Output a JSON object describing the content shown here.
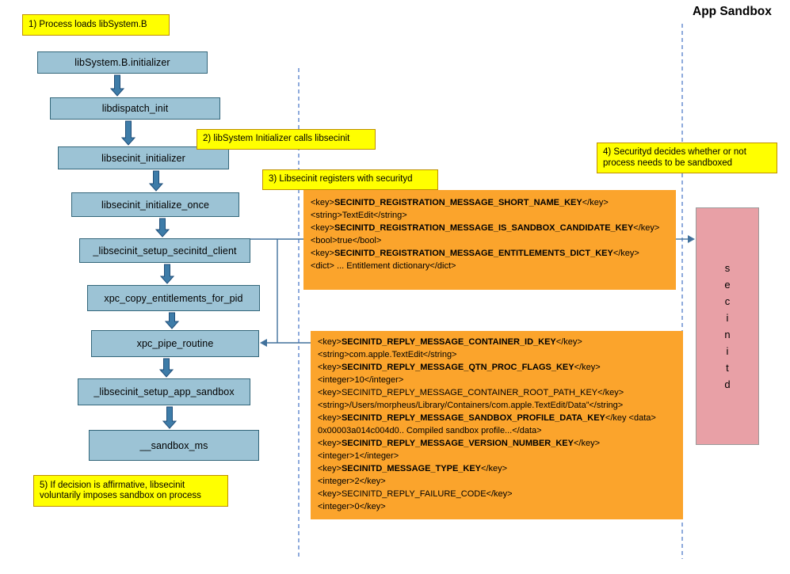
{
  "title": "App Sandbox",
  "daemon": {
    "label": "secinitd",
    "stacked": "s\ne\nc\ni\nn\ni\nt\nd"
  },
  "flow_boxes": [
    "libSystem.B.initializer",
    "libdispatch_init",
    "libsecinit_initializer",
    "libsecinit_initialize_once",
    "_libsecinit_setup_secinitd_client",
    "xpc_copy_entitlements_for_pid",
    "xpc_pipe_routine",
    "_libsecinit_setup_app_sandbox",
    "__sandbox_ms"
  ],
  "callouts": [
    "1) Process loads libSystem.B",
    "2) libSystem Initializer calls libsecinit",
    "3) Libsecinit registers with securityd",
    "4) Securityd decides whether or not process needs to be sandboxed",
    "5) If decision is affirmative, libsecinit voluntarily imposes sandbox on process"
  ],
  "registration_message": {
    "lines": [
      {
        "pre": "<key>",
        "b": "SECINITD_REGISTRATION_MESSAGE_SHORT_NAME_KEY",
        "post": "</key>"
      },
      {
        "pre": "<string>TextEdit</string>",
        "b": "",
        "post": ""
      },
      {
        "pre": "<key>",
        "b": "SECINITD_REGISTRATION_MESSAGE_IS_SANDBOX_CANDIDATE_KEY",
        "post": "</key>"
      },
      {
        "pre": "<bool>true</bool>",
        "b": "",
        "post": ""
      },
      {
        "pre": "<key>",
        "b": "SECINITD_REGISTRATION_MESSAGE_ENTITLEMENTS_DICT_KEY",
        "post": "</key>"
      },
      {
        "pre": "<dict> ... Entitlement dictionary</dict>",
        "b": "",
        "post": ""
      }
    ]
  },
  "reply_message": {
    "lines": [
      {
        "pre": "<key>",
        "b": "SECINITD_REPLY_MESSAGE_CONTAINER_ID_KEY",
        "post": "</key>"
      },
      {
        "pre": "<string>com.apple.TextEdit</string>",
        "b": "",
        "post": ""
      },
      {
        "pre": "<key>",
        "b": "SECINITD_REPLY_MESSAGE_QTN_PROC_FLAGS_KEY",
        "post": "</key>"
      },
      {
        "pre": "<integer>10</integer>",
        "b": "",
        "post": ""
      },
      {
        "pre": "<key>SECINITD_REPLY_MESSAGE_CONTAINER_ROOT_PATH_KEY</key>",
        "b": "",
        "post": ""
      },
      {
        "pre": "<string>/Users/morpheus/Library/Containers/com.apple.TextEdit/Data”</string>",
        "b": "",
        "post": ""
      },
      {
        "pre": "<key>",
        "b": "SECINITD_REPLY_MESSAGE_SANDBOX_PROFILE_DATA_KEY",
        "post": "</key <data>"
      },
      {
        "pre": "0x00003a014c004d0.. Compiled sandbox profile...</data>",
        "b": "",
        "post": ""
      },
      {
        "pre": "<key>",
        "b": "SECINITD_REPLY_MESSAGE_VERSION_NUMBER_KEY",
        "post": "</key>"
      },
      {
        "pre": "<integer>1</integer>",
        "b": "",
        "post": ""
      },
      {
        "pre": "<key>",
        "b": "SECINITD_MESSAGE_TYPE_KEY",
        "post": "</key>"
      },
      {
        "pre": "<integer>2</key>",
        "b": "",
        "post": ""
      },
      {
        "pre": "<key>SECINITD_REPLY_FAILURE_CODE</key>",
        "b": "",
        "post": ""
      },
      {
        "pre": "<integer>0</key>",
        "b": "",
        "post": ""
      }
    ]
  },
  "colors": {
    "flow_box_fill": "#9CC3D5",
    "flow_box_border": "#33667A",
    "callout_fill": "#FFFF00",
    "callout_border": "#BF9000",
    "message_fill": "#FBA42C",
    "daemon_fill": "#E8A0A6",
    "connector": "#41719C",
    "lifeline": "#4472C4"
  }
}
